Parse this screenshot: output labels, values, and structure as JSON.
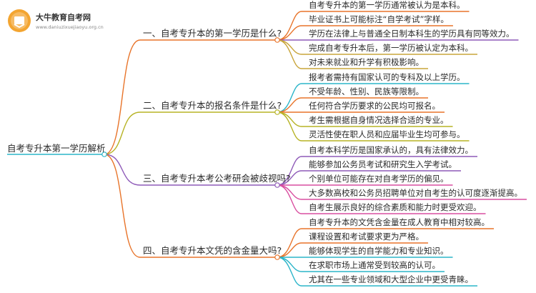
{
  "logo": {
    "name": "大牛教育自考网",
    "url": "www.daniuzixuejiaoyu.org.cn"
  },
  "root": {
    "label": "自考专升本第一学历解析"
  },
  "branches": [
    {
      "label": "一、自考专升本的第一学历是什么?",
      "color": "#e8742a",
      "leaves": [
        {
          "label": "自考专升本的第一学历通常被认为是本科。",
          "color": "#e8742a"
        },
        {
          "label": "毕业证书上可能标注“自学考试”字样。",
          "color": "#e8742a"
        },
        {
          "label": "学历在法律上与普通全日制本科生的学历具有同等效力。",
          "color": "#8e5ab8"
        },
        {
          "label": "完成自考专升本后，第一学历被认定为本科。",
          "color": "#c9a53a"
        },
        {
          "label": "对未来就业和升学有积极影响。",
          "color": "#c9a53a"
        }
      ]
    },
    {
      "label": "二、自考专升本的报名条件是什么?",
      "color": "#b7b325",
      "leaves": [
        {
          "label": "报考者需持有国家认可的专科及以上学历。",
          "color": "#2bb5c9"
        },
        {
          "label": "不受年龄、性别、民族等限制。",
          "color": "#e8742a"
        },
        {
          "label": "任何符合学历要求的公民均可报名。",
          "color": "#e8742a"
        },
        {
          "label": "考生需根据自身情况选择合适的专业。",
          "color": "#b7b325"
        },
        {
          "label": "灵活性使在职人员和应届毕业生均可参与。",
          "color": "#b7b325"
        }
      ]
    },
    {
      "label": "三、自考专升本考公考研会被歧视吗?",
      "color": "#8e5ab8",
      "leaves": [
        {
          "label": "自考本科学历是国家承认的，具有法律效力。",
          "color": "#8e5ab8"
        },
        {
          "label": "能够参加公务员考试和研究生入学考试。",
          "color": "#8e5ab8"
        },
        {
          "label": "个别单位可能存在对自考学历的偏见。",
          "color": "#d94fa0"
        },
        {
          "label": "大多数高校和公务员招聘单位对自考生的认可度逐渐提高。",
          "color": "#d94fa0"
        },
        {
          "label": "自考生展示良好的综合素质和能力时更受欢迎。",
          "color": "#d94fa0"
        }
      ]
    },
    {
      "label": "四、自考专升本文凭的含金量大吗?",
      "color": "#e8742a",
      "leaves": [
        {
          "label": "自考专升本的文凭含金量在成人教育中相对较高。",
          "color": "#e8742a"
        },
        {
          "label": "课程设置和考试要求更为严格。",
          "color": "#e8742a"
        },
        {
          "label": "能够体现学生的自学能力和专业知识。",
          "color": "#2bb5c9"
        },
        {
          "label": "在求职市场上通常受到较高的认可。",
          "color": "#2bb5c9"
        },
        {
          "label": "尤其在一些专业领域和大型企业中更受青睐。",
          "color": "#2bb5c9"
        }
      ]
    }
  ]
}
